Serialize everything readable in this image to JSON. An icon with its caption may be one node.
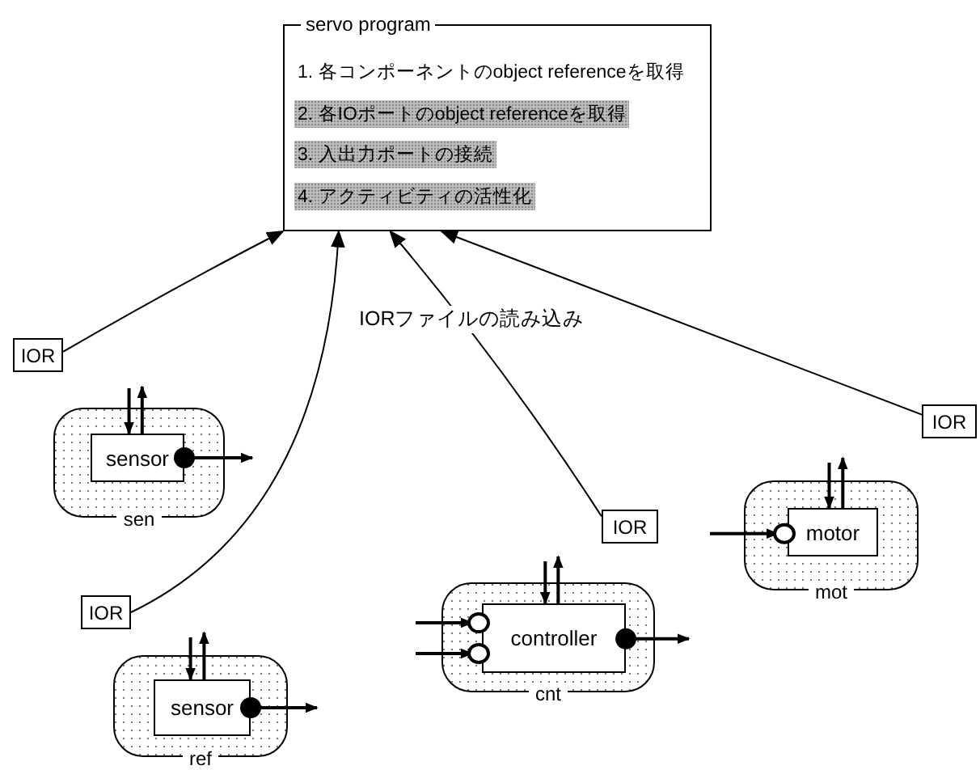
{
  "diagram": {
    "nodes": [
      {
        "text": [
          "servo program",
          "1. 各コンポーネントのobject referenceを取得",
          "2. 各IOポートのobject referenceを取得",
          "3. 入出力ポートの接続",
          "4. アクティビティの活性化"
        ]
      },
      {
        "text": [
          "IOR"
        ]
      },
      {
        "text": [
          "IOR"
        ]
      },
      {
        "text": [
          "sen"
        ]
      },
      {
        "text": [
          "sensor"
        ],
        "in": 3
      },
      {
        "text": [
          "mot"
        ]
      },
      {
        "text": [
          "motor"
        ],
        "in": 5
      },
      {
        "text": [
          "IOR"
        ]
      },
      {
        "text": [
          "cnt"
        ]
      },
      {
        "text": [
          "controller"
        ],
        "in": 8
      },
      {
        "text": [
          "IOR"
        ]
      },
      {
        "text": [
          "ref"
        ]
      },
      {
        "text": [
          "sensor"
        ],
        "in": 11
      }
    ],
    "edges": [
      {
        "from": 1,
        "to": 0,
        "arrow": "to"
      },
      {
        "from": 2,
        "to": 0,
        "arrow": "to"
      },
      {
        "from": 7,
        "to": 0,
        "arrow": "to"
      },
      {
        "from": 10,
        "to": 0,
        "arrow": "to"
      },
      {
        "from": null,
        "to": 4,
        "arrow": "to"
      },
      {
        "from": 4,
        "to": null,
        "arrow": "to"
      },
      {
        "from": 4,
        "to": null,
        "arrow": "to"
      },
      {
        "from": null,
        "to": 6,
        "arrow": "to"
      },
      {
        "from": null,
        "to": 6,
        "arrow": "to"
      },
      {
        "from": 6,
        "to": null,
        "arrow": "to"
      },
      {
        "from": null,
        "to": 9,
        "arrow": "to"
      },
      {
        "from": null,
        "to": 9,
        "arrow": "to"
      },
      {
        "from": null,
        "to": 9,
        "arrow": "to"
      },
      {
        "from": 9,
        "to": null,
        "arrow": "to"
      },
      {
        "from": 9,
        "to": null,
        "arrow": "to"
      },
      {
        "from": null,
        "to": 12,
        "arrow": "to"
      },
      {
        "from": 12,
        "to": null,
        "arrow": "to"
      },
      {
        "from": 12,
        "to": null,
        "arrow": "to"
      }
    ],
    "labels": [
      "IORファイルの読み込み"
    ]
  }
}
